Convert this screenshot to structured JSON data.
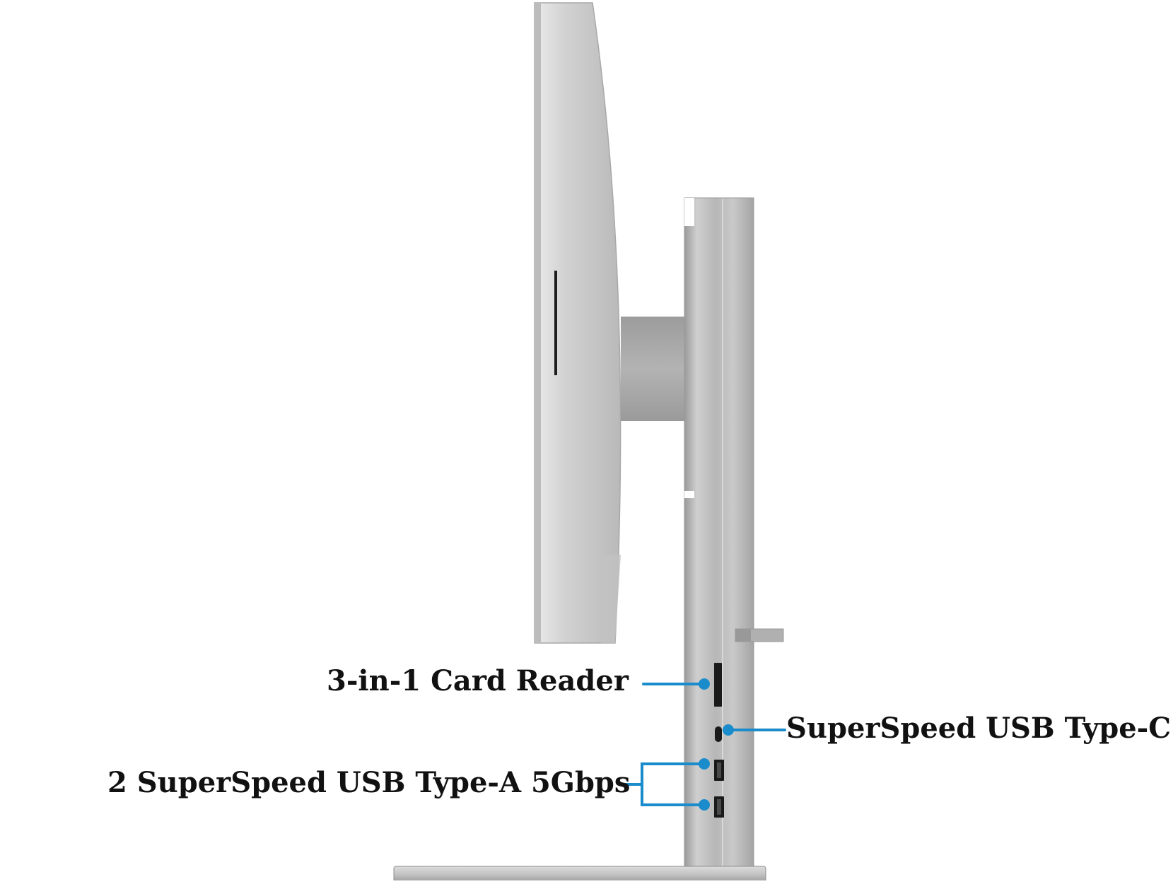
{
  "callouts": {
    "card_reader": "3-in-1 Card Reader",
    "usb_c": "SuperSpeed USB Type-C",
    "usb_a": "2 SuperSpeed USB Type-A 5Gbps"
  },
  "colors": {
    "callout_line": "#1a8ccc",
    "label_text": "#111111",
    "silver_light": "#d4d4d4",
    "silver_mid": "#b5b5b5",
    "silver_dark": "#8e8e8e",
    "port_black": "#1a1a1a"
  }
}
